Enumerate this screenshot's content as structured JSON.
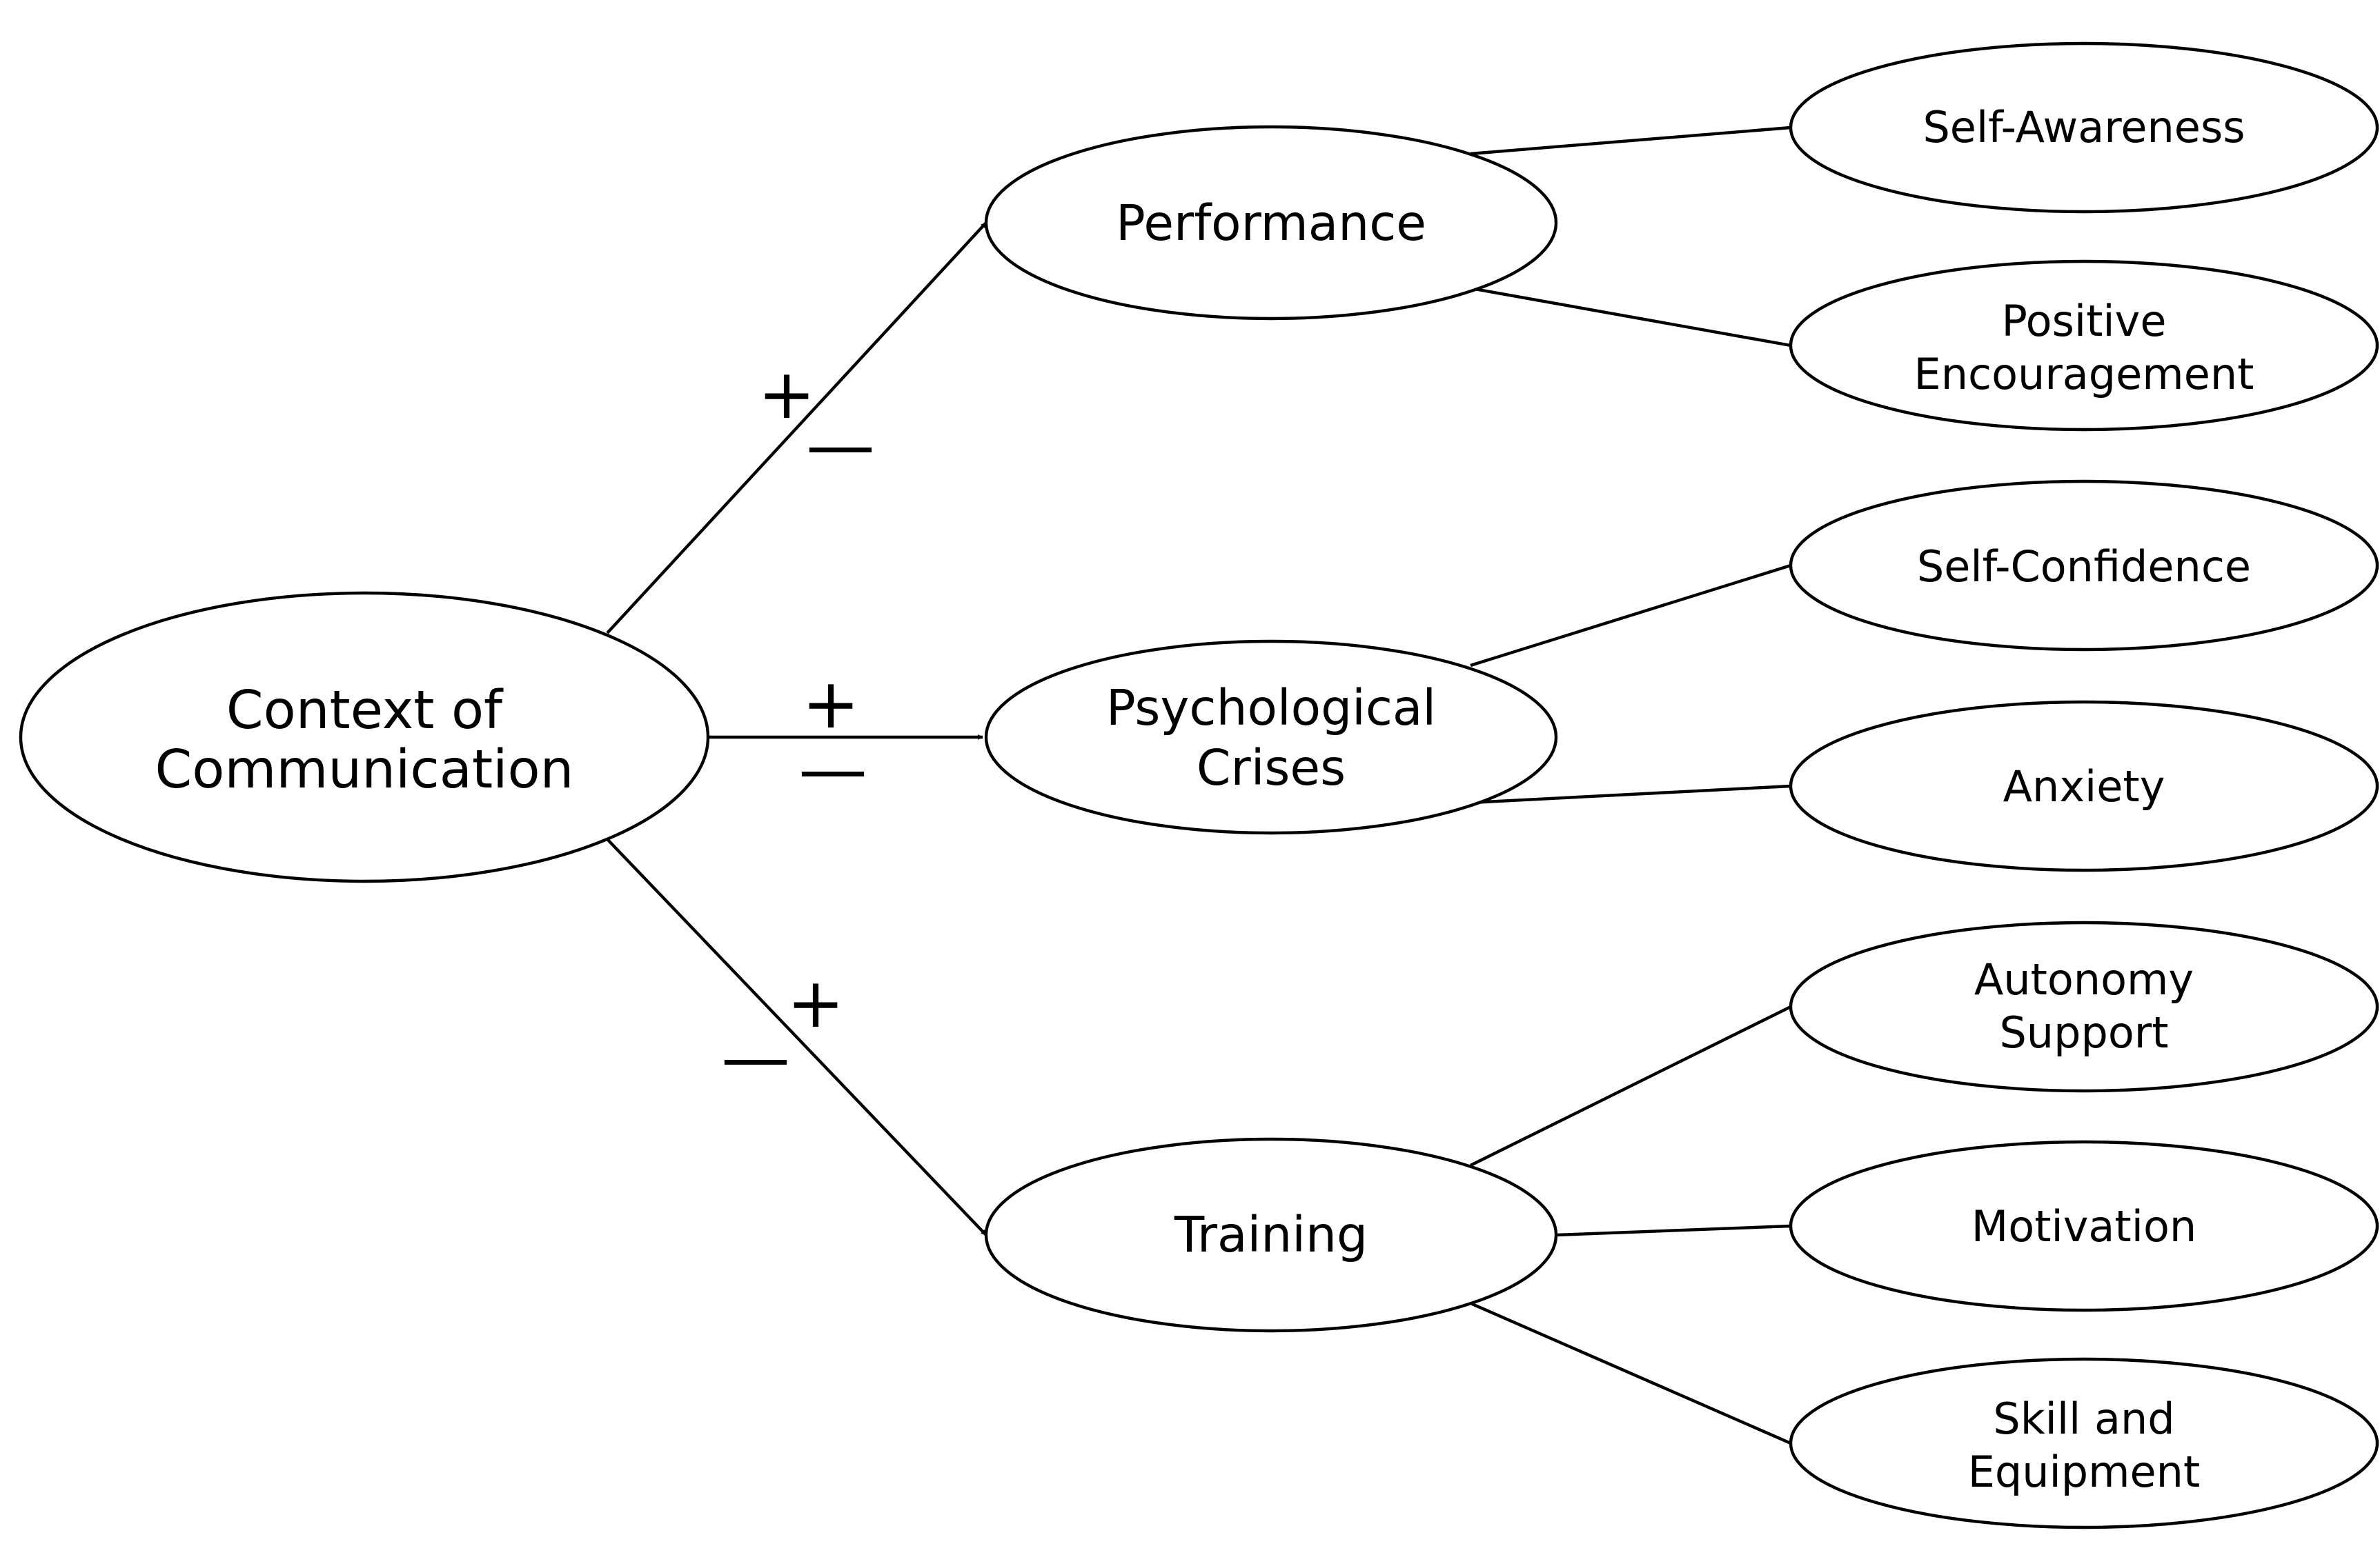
{
  "diagram": {
    "root": {
      "label": [
        "Context of",
        "Communication"
      ]
    },
    "branches": [
      {
        "label": [
          "Performance"
        ],
        "plus": "+",
        "minus": "—",
        "children": [
          {
            "label": [
              "Self-Awareness"
            ]
          },
          {
            "label": [
              "Positive",
              "Encouragement"
            ]
          }
        ]
      },
      {
        "label": [
          "Psychological",
          "Crises"
        ],
        "plus": "+",
        "minus": "—",
        "children": [
          {
            "label": [
              "Self-Confidence"
            ]
          },
          {
            "label": [
              "Anxiety"
            ]
          }
        ]
      },
      {
        "label": [
          "Training"
        ],
        "plus": "+",
        "minus": "—",
        "children": [
          {
            "label": [
              "Autonomy",
              "Support"
            ]
          },
          {
            "label": [
              "Motivation"
            ]
          },
          {
            "label": [
              "Skill and",
              "Equipment"
            ]
          }
        ]
      }
    ]
  },
  "colors": {
    "stroke": "#000000",
    "fill": "#ffffff",
    "text": "#000000"
  }
}
